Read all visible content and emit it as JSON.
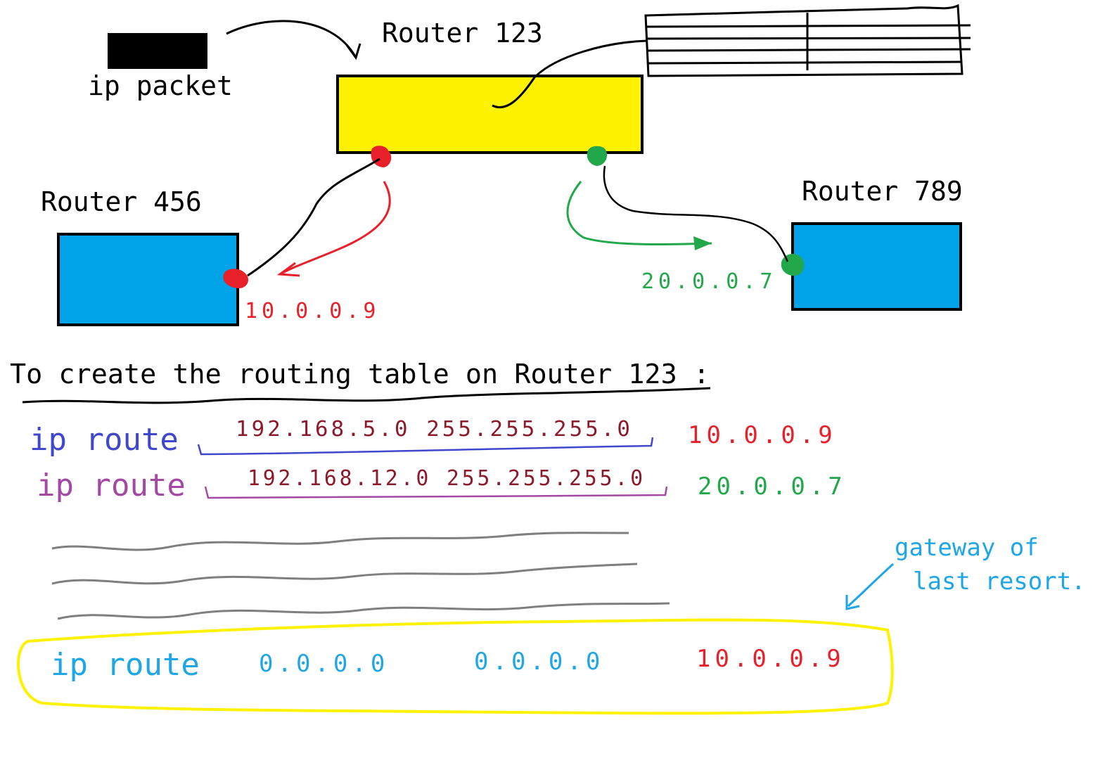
{
  "packet": {
    "label": "ip packet"
  },
  "routers": {
    "main": {
      "name": "Router 123"
    },
    "left": {
      "name": "Router 456",
      "interface_ip": "10.0.0.9"
    },
    "right": {
      "name": "Router 789",
      "interface_ip": "20.0.0.7"
    }
  },
  "heading": "To create the routing table on Router 123 :",
  "routes": [
    {
      "cmd": "ip route",
      "network": "192.168.5.0 255.255.255.0",
      "gateway": "10.0.0.9"
    },
    {
      "cmd": "ip route",
      "network": "192.168.12.0 255.255.255.0",
      "gateway": "20.0.0.7"
    }
  ],
  "default_route": {
    "cmd": "ip route",
    "network": "0.0.0.0",
    "mask": "0.0.0.0",
    "gateway": "10.0.0.9"
  },
  "note": {
    "line1": "gateway of",
    "line2": "last resort."
  },
  "colors": {
    "router_main": "#fff200",
    "router_side": "#00a2e8",
    "red": "#e8202a",
    "green": "#22a84a",
    "dark_red": "#8b1a2b",
    "blue": "#3f48cc",
    "purple": "#a349a4",
    "cyan": "#1ea6e6",
    "gray": "#7f7f7f"
  }
}
